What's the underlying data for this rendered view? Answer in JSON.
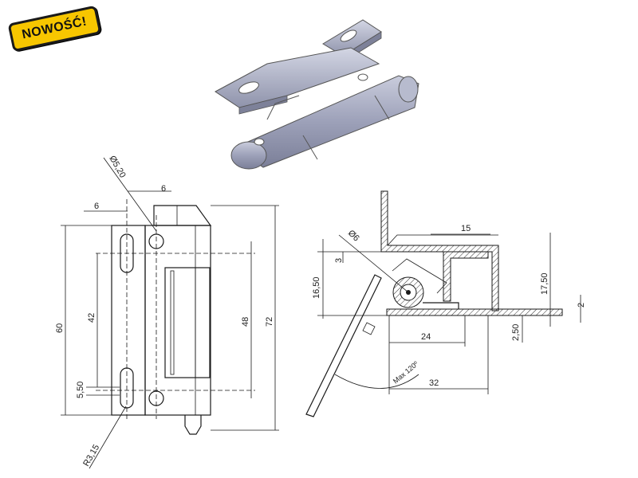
{
  "badge": {
    "label": "NOWOŚĆ!"
  },
  "front_view": {
    "dims": {
      "hole_diameter": "Ø5,20",
      "top_width": "6",
      "left_offset": "6",
      "total_height": "60",
      "slot_spacing": "42",
      "slot_offset": "5,50",
      "hole_spacing": "48",
      "overall_height": "72",
      "slot_radius": "R3,15"
    }
  },
  "side_view": {
    "dims": {
      "hole_diameter": "Ø6",
      "top_span": "15",
      "offset_small": "3",
      "left_height": "16,50",
      "right_height": "17,50",
      "thickness": "2",
      "bottom_offset": "2,50",
      "mid_span": "24",
      "bottom_span": "32",
      "max_angle": "Max 120º"
    }
  },
  "colors": {
    "badge": "#f7c600",
    "metal": "#b8bcd0",
    "metal_dark": "#8a8ea6"
  }
}
